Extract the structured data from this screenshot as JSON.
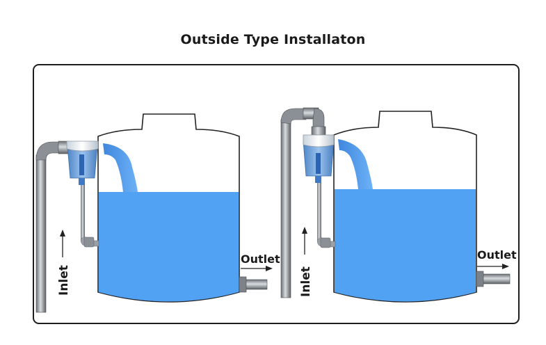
{
  "title": "Outside Type Installaton",
  "left_setup": {
    "inlet_label": "Inlet",
    "outlet_label": "Outlet"
  },
  "right_setup": {
    "inlet_label": "Inlet",
    "outlet_label": "Outlet"
  },
  "colors": {
    "water": "#52a2f4",
    "water_dark": "#3b7fd6",
    "pipe": "#9aa0a6",
    "pipe_dark": "#5f6368",
    "outline": "#222222"
  }
}
